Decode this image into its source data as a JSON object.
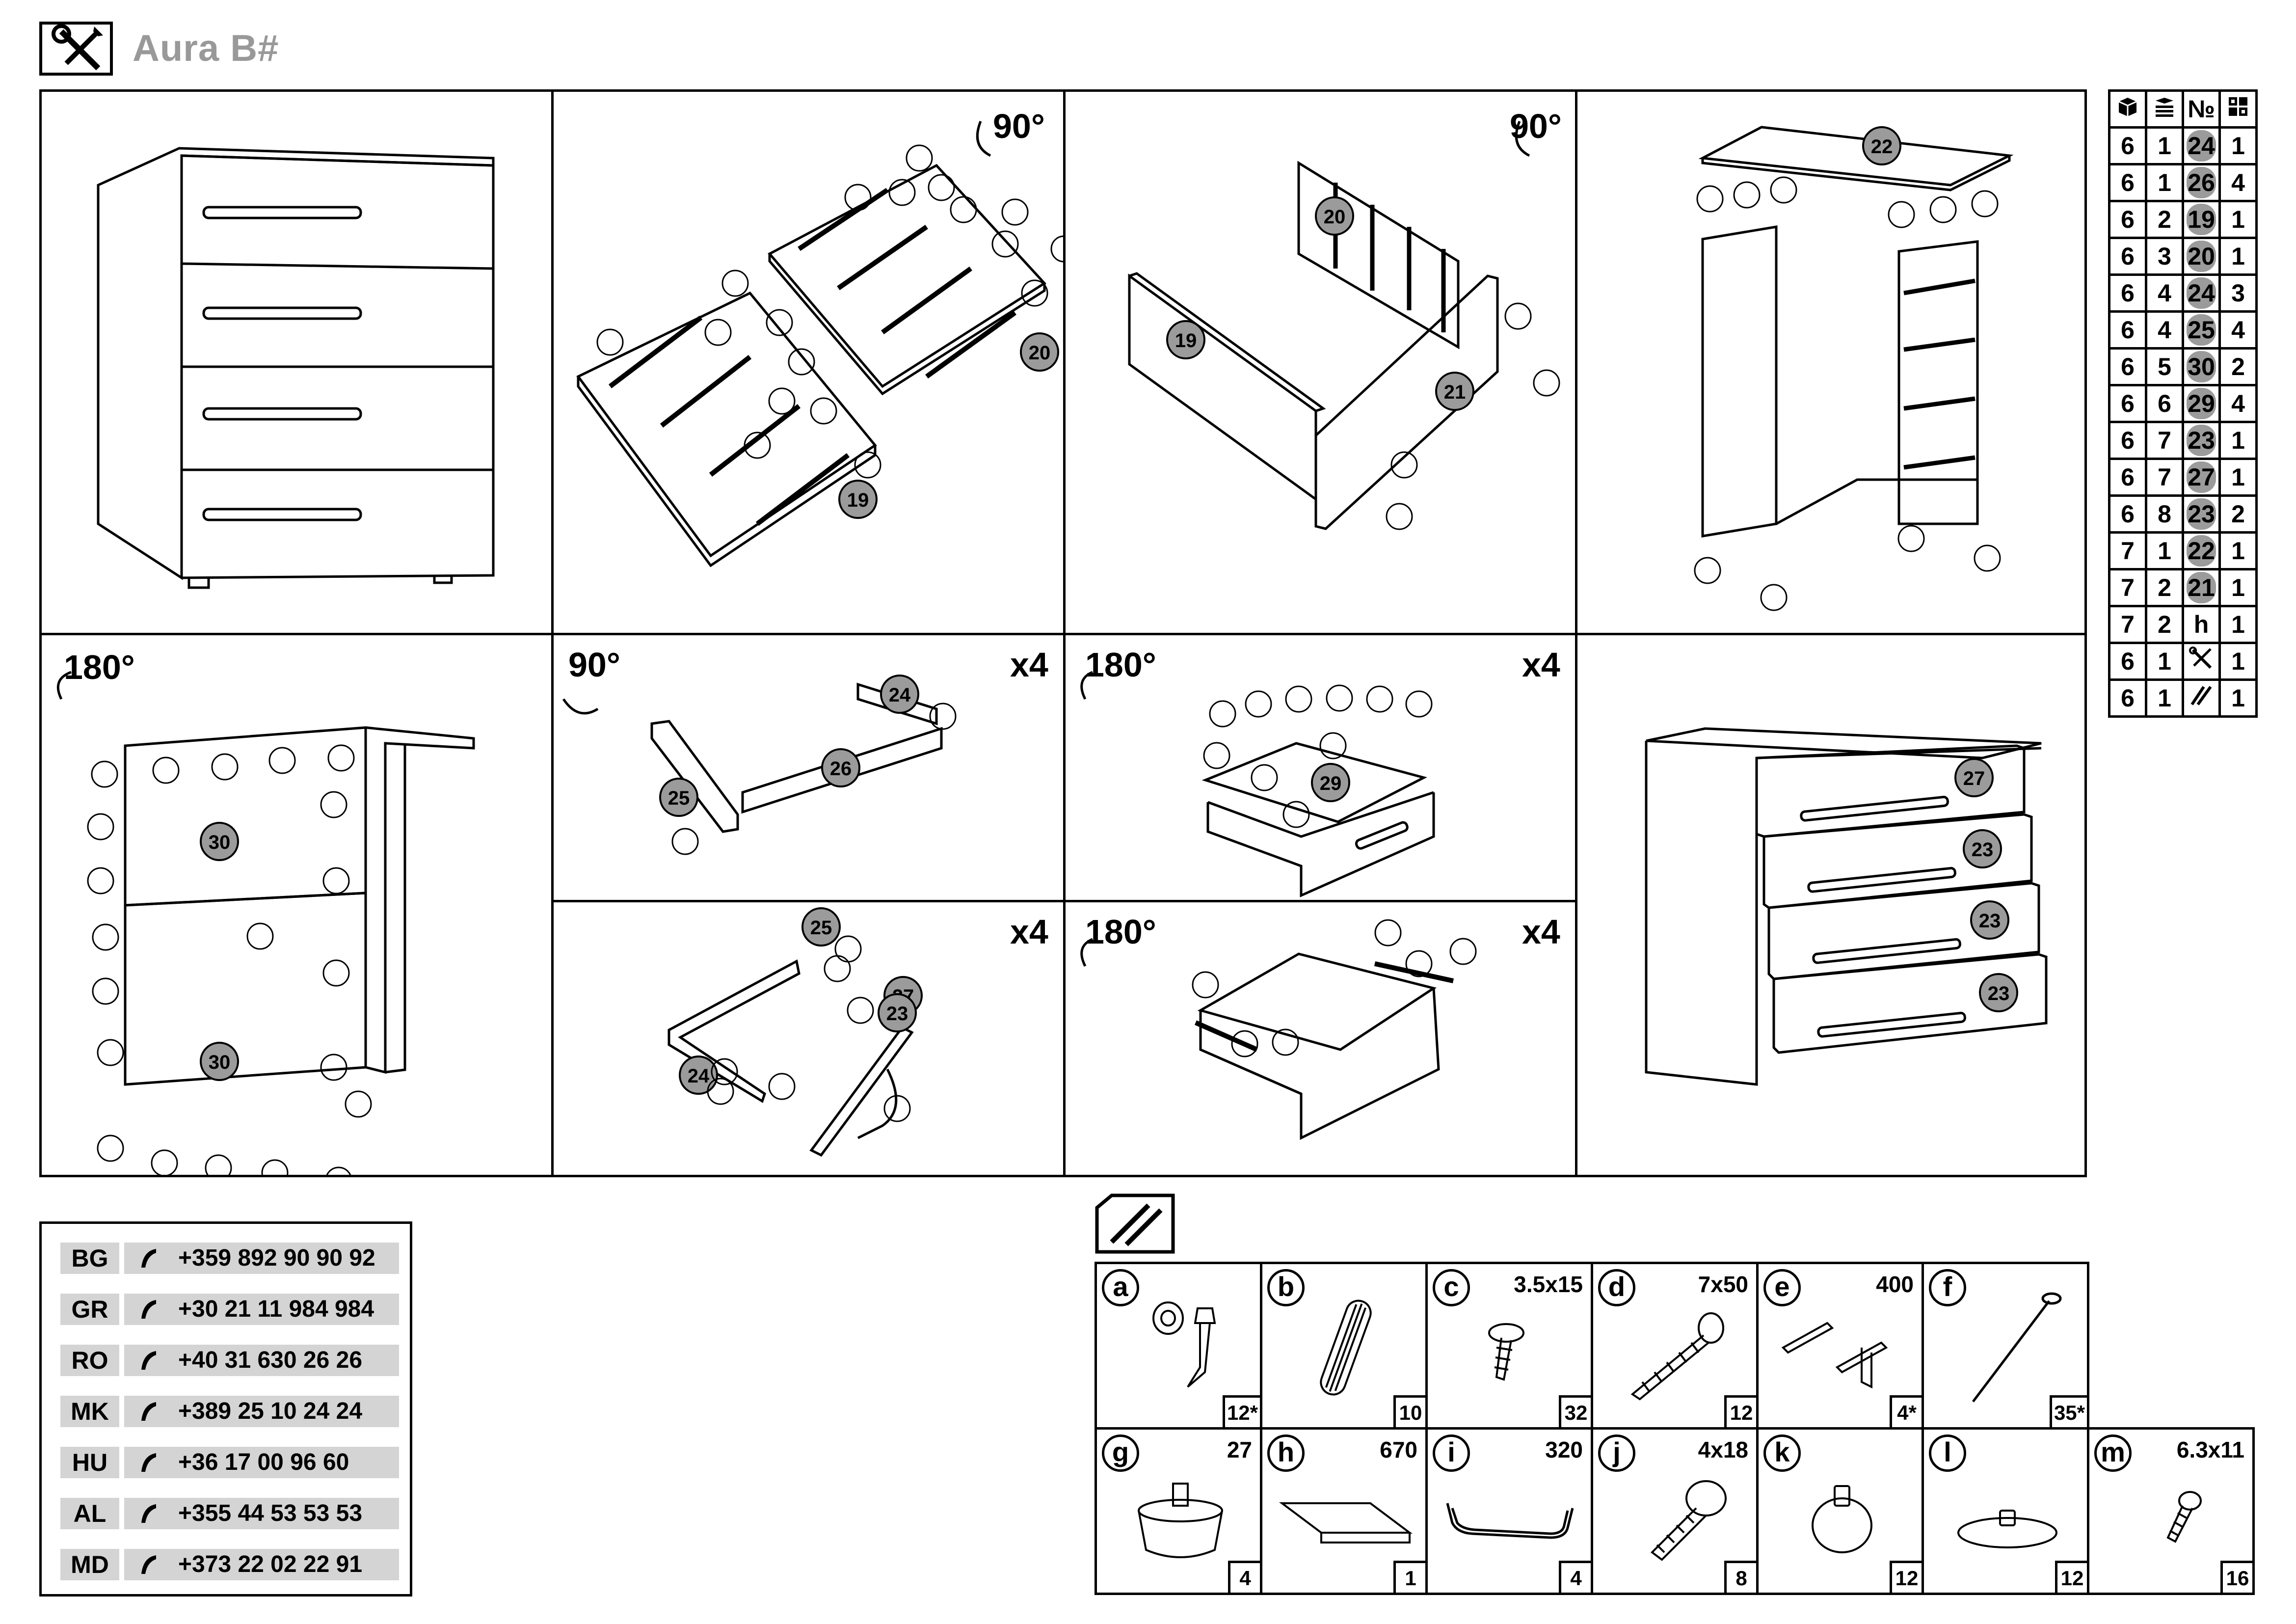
{
  "header": {
    "title": "Aura B#"
  },
  "steps": {
    "s2_rot": "90°",
    "s3_rot": "90°",
    "s5_rot": "180°",
    "s6_rot": "90°",
    "s6_count": "x4",
    "s7_rot": "180°",
    "s7_count": "x4",
    "s9_count": "x4",
    "s10_rot": "180°",
    "s10_count": "x4"
  },
  "parts": {
    "header_icons": [
      "box-icon",
      "stack-icon",
      "No",
      "grid-icon"
    ],
    "no_header": "№",
    "rows": [
      {
        "a": "6",
        "b": "1",
        "n": "24",
        "q": "1"
      },
      {
        "a": "6",
        "b": "1",
        "n": "26",
        "q": "4"
      },
      {
        "a": "6",
        "b": "2",
        "n": "19",
        "q": "1"
      },
      {
        "a": "6",
        "b": "3",
        "n": "20",
        "q": "1"
      },
      {
        "a": "6",
        "b": "4",
        "n": "24",
        "q": "3"
      },
      {
        "a": "6",
        "b": "4",
        "n": "25",
        "q": "4"
      },
      {
        "a": "6",
        "b": "5",
        "n": "30",
        "q": "2"
      },
      {
        "a": "6",
        "b": "6",
        "n": "29",
        "q": "4"
      },
      {
        "a": "6",
        "b": "7",
        "n": "23",
        "q": "1"
      },
      {
        "a": "6",
        "b": "7",
        "n": "27",
        "q": "1"
      },
      {
        "a": "6",
        "b": "8",
        "n": "23",
        "q": "2"
      },
      {
        "a": "7",
        "b": "1",
        "n": "22",
        "q": "1"
      },
      {
        "a": "7",
        "b": "2",
        "n": "21",
        "q": "1"
      },
      {
        "a": "7",
        "b": "2",
        "n": "h",
        "q": "1"
      },
      {
        "a": "6",
        "b": "1",
        "n": "tools-icon",
        "q": "1"
      },
      {
        "a": "6",
        "b": "1",
        "n": "hardware-icon",
        "q": "1"
      }
    ]
  },
  "phones": [
    {
      "code": "BG",
      "number": "+359 892 90 90 92"
    },
    {
      "code": "GR",
      "number": "+30 21 11 984 984"
    },
    {
      "code": "RO",
      "number": "+40 31 630 26 26"
    },
    {
      "code": "MK",
      "number": "+389 25 10 24 24"
    },
    {
      "code": "HU",
      "number": "+36 17 00 96 60"
    },
    {
      "code": "AL",
      "number": "+355 44 53 53 53"
    },
    {
      "code": "MD",
      "number": "+373 22 02 22 91"
    }
  ],
  "hardware": [
    {
      "letter": "a",
      "size": "",
      "qty": "12*"
    },
    {
      "letter": "b",
      "size": "",
      "qty": "10"
    },
    {
      "letter": "c",
      "size": "3.5x15",
      "qty": "32"
    },
    {
      "letter": "d",
      "size": "7x50",
      "qty": "12"
    },
    {
      "letter": "e",
      "size": "400",
      "qty": "4*"
    },
    {
      "letter": "f",
      "size": "",
      "qty": "35*"
    },
    {
      "letter": "g",
      "size": "27",
      "qty": "4"
    },
    {
      "letter": "h",
      "size": "670",
      "qty": "1"
    },
    {
      "letter": "i",
      "size": "320",
      "qty": "4"
    },
    {
      "letter": "j",
      "size": "4x18",
      "qty": "8"
    },
    {
      "letter": "k",
      "size": "",
      "qty": "12"
    },
    {
      "letter": "l",
      "size": "",
      "qty": "12"
    },
    {
      "letter": "m",
      "size": "6.3x11",
      "qty": "16"
    }
  ],
  "colors": {
    "part_badge": "#9b9b9b",
    "phone_bg": "#d4d4d4",
    "title": "#999999"
  }
}
